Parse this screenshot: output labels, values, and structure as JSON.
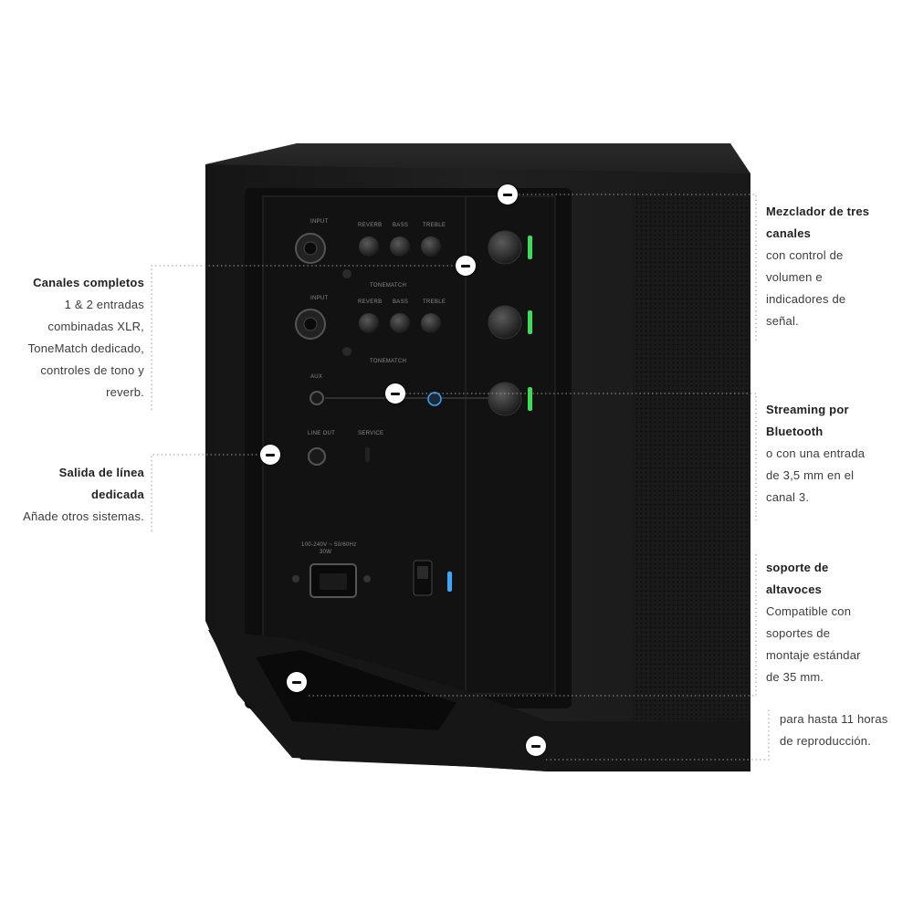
{
  "callouts": {
    "mixer": {
      "title": "Mezclador de tres\ncanales",
      "desc": "con control de\nvolumen e\nindicadores de\nseñal."
    },
    "channels": {
      "title": "Canales completos",
      "desc": "1 & 2 entradas\ncombinadas XLR,\nToneMatch dedicado,\ncontroles de tono y\nreverb."
    },
    "streaming": {
      "title": "Streaming por\nBluetooth",
      "desc": "o con una entrada\nde 3,5 mm en el\ncanal 3."
    },
    "line_out": {
      "title": "Salida de línea\ndedicada",
      "desc": "Añade otros sistemas."
    },
    "stand": {
      "title": "soporte de\naltavoces",
      "desc": "Compatible con\nsoportes de\nmontaje estándar\nde 35 mm."
    },
    "battery": {
      "title": "",
      "desc": "para hasta 11 horas\nde reproducción."
    }
  },
  "panel_labels": {
    "input": "INPUT",
    "reverb": "REVERB",
    "bass": "BASS",
    "treble": "TREBLE",
    "tonematch": "TONEMATCH",
    "aux": "AUX",
    "line_out": "LINE OUT",
    "service": "SERVICE",
    "power_rating": "100-240V ~ 50/60Hz",
    "power_watts": "30W"
  },
  "colors": {
    "speaker_body": "#1d1d1d",
    "panel": "#141414",
    "led_green": "#3fdc5a",
    "led_blue": "#3aa8ff",
    "dotted_line": "#9a9a9a"
  }
}
